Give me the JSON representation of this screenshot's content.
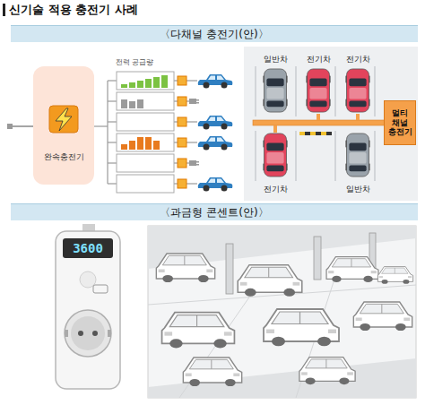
{
  "diagram": {
    "title": "신기술 적용 충전기 사례",
    "nodes": [
      {
        "text": [
          "〈다채널 충전기(안)〉"
        ]
      },
      {
        "text": [
          "완속충전기"
        ]
      },
      {
        "text": [
          "멀티 채널 충전기"
        ]
      },
      {
        "text": [
          "〈과금형 콘센트(안)〉"
        ]
      }
    ],
    "labels": [
      "전력 공급량",
      "일반차",
      "전기차",
      "전기차",
      "전기차",
      "일반차",
      "3600"
    ]
  }
}
